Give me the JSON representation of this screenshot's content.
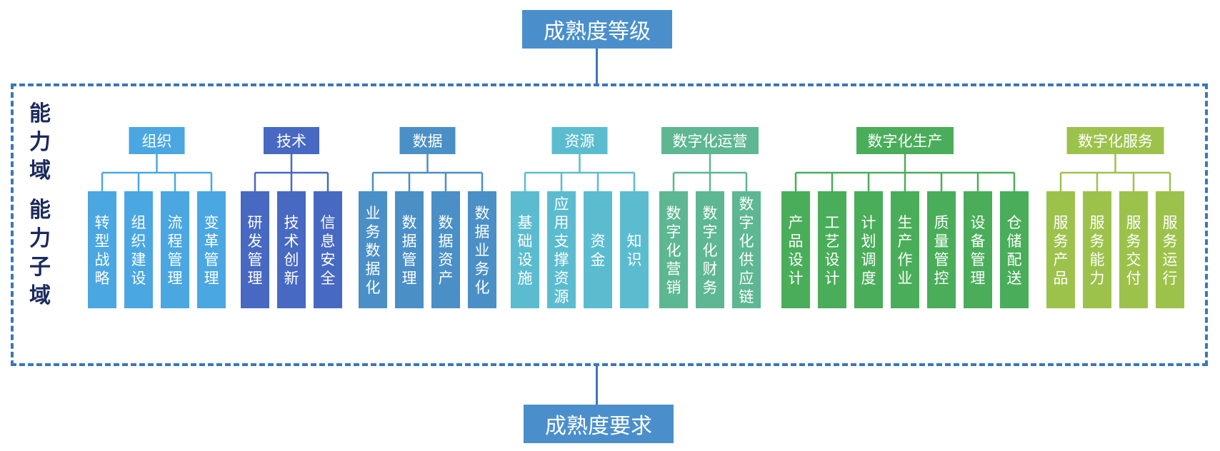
{
  "top_label": "成熟度等级",
  "bottom_label": "成熟度要求",
  "side_labels": [
    "能力域",
    "能力子域"
  ],
  "domains": [
    {
      "label": "组织",
      "color": "#4aa7e2",
      "children": [
        "转型战略",
        "组织建设",
        "流程管理",
        "变革管理"
      ]
    },
    {
      "label": "技术",
      "color": "#4769c2",
      "children": [
        "研发管理",
        "技术创新",
        "信息安全"
      ]
    },
    {
      "label": "数据",
      "color": "#4a8fc6",
      "children": [
        "业务数据化",
        "数据管理",
        "数据资产",
        "数据业务化"
      ]
    },
    {
      "label": "资源",
      "color": "#5bbcd0",
      "children": [
        "基础设施",
        "应用支撑资源",
        "资金",
        "知识"
      ]
    },
    {
      "label": "数字化运营",
      "color": "#5db793",
      "children": [
        "数字化营销",
        "数字化财务",
        "数字化供应链"
      ]
    },
    {
      "label": "数字化生产",
      "color": "#4aad5a",
      "children": [
        "产品设计",
        "工艺设计",
        "计划调度",
        "生产作业",
        "质量管控",
        "设备管理",
        "仓储配送"
      ]
    },
    {
      "label": "数字化服务",
      "color": "#9dc24b",
      "children": [
        "服务产品",
        "服务能力",
        "服务交付",
        "服务运行"
      ]
    }
  ]
}
